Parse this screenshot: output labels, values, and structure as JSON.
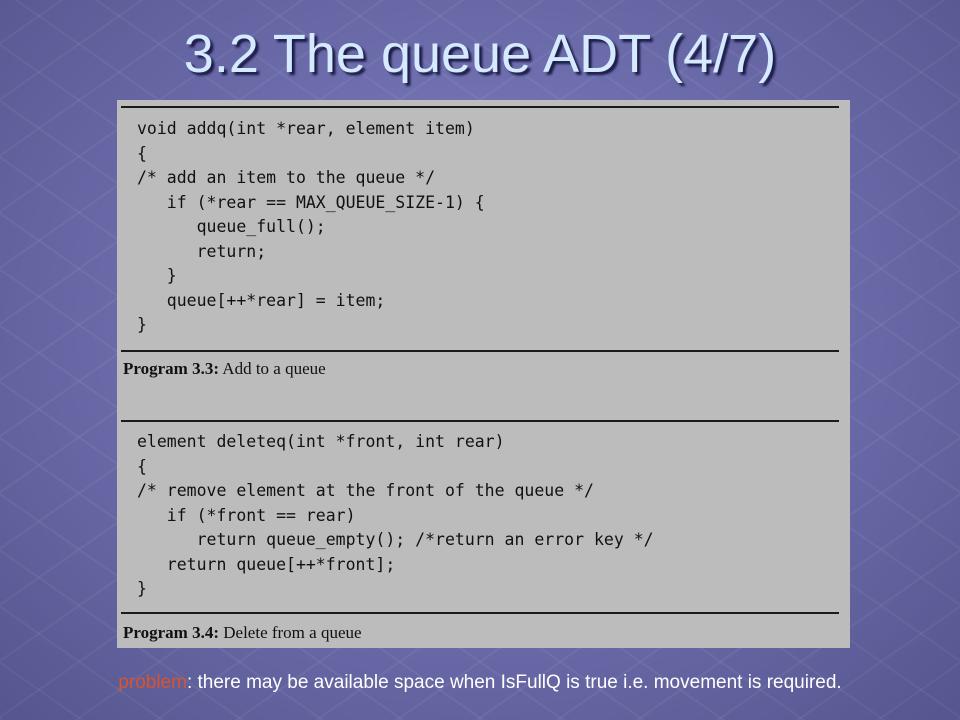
{
  "slide": {
    "title": "3.2 The queue ADT (4/7)"
  },
  "program_add": {
    "code": "void addq(int *rear, element item)\n{\n/* add an item to the queue */\n   if (*rear == MAX_QUEUE_SIZE-1) {\n      queue_full();\n      return;\n   }\n   queue[++*rear] = item;\n}",
    "caption_label": "Program 3.3:",
    "caption_text": " Add to a queue"
  },
  "program_delete": {
    "code": "element deleteq(int *front, int rear)\n{\n/* remove element at the front of the queue */\n   if (*front == rear)\n      return queue_empty(); /*return an error key */\n   return queue[++*front];\n}",
    "caption_label": "Program 3.4:",
    "caption_text": " Delete from a queue"
  },
  "footer": {
    "highlight": "problem",
    "text": ": there may be available space when IsFullQ is true i.e. movement is required."
  },
  "colors": {
    "background": "#6e6eae",
    "title": "#d6eaff",
    "highlight": "#d8542c",
    "panel": "#bcbcbc"
  }
}
